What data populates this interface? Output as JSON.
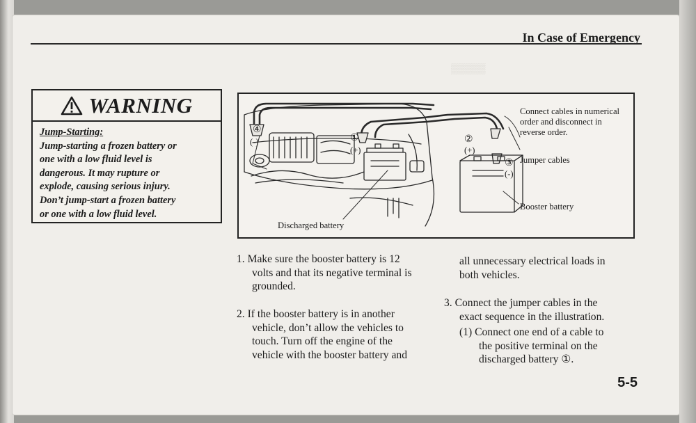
{
  "header": {
    "title": "In Case of Emergency"
  },
  "warning": {
    "title": "WARNING",
    "subtitle": "Jump-Starting:",
    "lines": [
      "Jump-starting a frozen battery or",
      "one with a low fluid level is",
      "dangerous. It may rupture or",
      "explode, causing serious injury.",
      "Don’t jump-start a frozen battery",
      "or one with a low fluid level."
    ]
  },
  "figure": {
    "connect_note": [
      "Connect cables in numerical",
      "order and disconnect in",
      "reverse order."
    ],
    "jumper_cables_label": "Jumper cables",
    "booster_battery_label": "Booster battery",
    "discharged_battery_label": "Discharged battery",
    "markers": {
      "m4": "④",
      "minus_left": "(-)",
      "m1": "①",
      "plus_left": "(+)",
      "m2": "②",
      "plus_right": "(+)",
      "m3": "③",
      "minus_right": "(-)"
    }
  },
  "steps": {
    "step1": [
      "1.  Make sure the booster battery is 12",
      "volts and that its negative terminal is",
      "grounded."
    ],
    "step2": [
      "2.  If the booster battery is in another",
      "vehicle, don’t allow the vehicles to",
      "touch. Turn off the engine of the",
      "vehicle with the booster battery and"
    ],
    "cont": [
      "all unnecessary electrical loads in",
      "both vehicles."
    ],
    "step3": [
      "3.  Connect the jumper cables in the",
      "exact sequence in the illustration."
    ],
    "step3_1": [
      "(1)  Connect one end of a cable to",
      "the positive terminal on the",
      "discharged battery ①."
    ]
  },
  "page_number": "5-5"
}
